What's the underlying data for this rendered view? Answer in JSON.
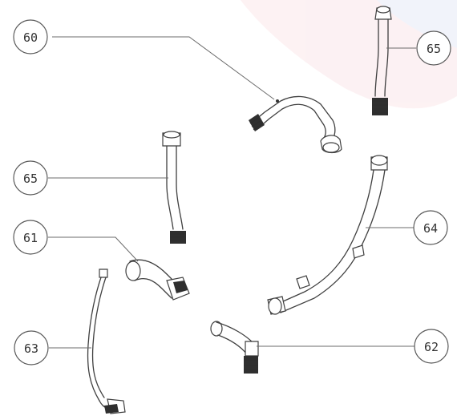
{
  "diagram": {
    "watermark_color": "#f7d8dc",
    "callouts": [
      {
        "id": "c60",
        "label": "60"
      },
      {
        "id": "c65a",
        "label": "65"
      },
      {
        "id": "c65b",
        "label": "65"
      },
      {
        "id": "c61",
        "label": "61"
      },
      {
        "id": "c64",
        "label": "64"
      },
      {
        "id": "c63",
        "label": "63"
      },
      {
        "id": "c62",
        "label": "62"
      }
    ]
  }
}
